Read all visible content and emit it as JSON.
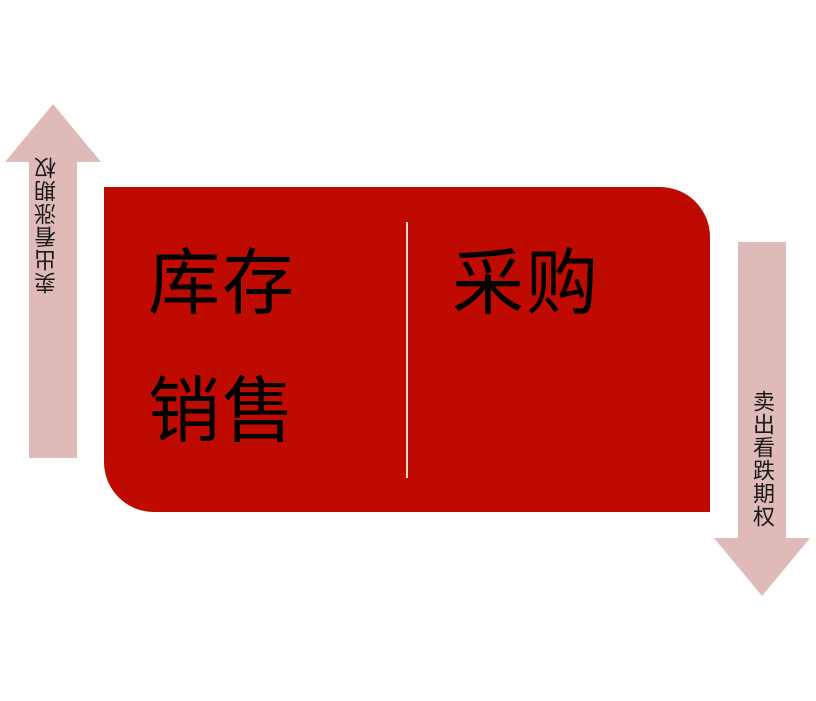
{
  "diagram": {
    "left_block": {
      "line1": "库存",
      "line2": "销售"
    },
    "right_block": {
      "label": "采购"
    },
    "arrow_up": {
      "label": "卖出看涨期权",
      "direction": "up"
    },
    "arrow_down": {
      "label": "卖出看跌期权",
      "direction": "down"
    }
  },
  "colors": {
    "panel": "#bf0a00",
    "arrow": "#dfbab8",
    "divider": "#f2d7d5",
    "text": "#000000"
  }
}
